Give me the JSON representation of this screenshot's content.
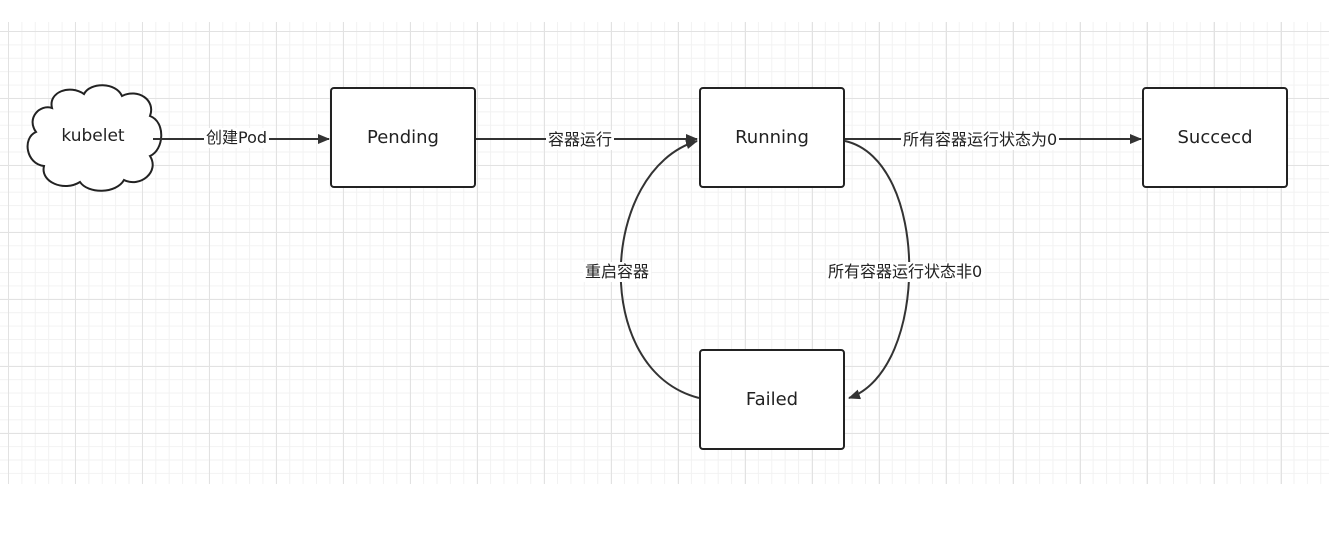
{
  "diagram": {
    "nodes": {
      "kubelet": "kubelet",
      "pending": "Pending",
      "running": "Running",
      "succeed": "Succecd",
      "failed": "Failed"
    },
    "edges": {
      "create_pod": "创建Pod",
      "container_running": "容器运行",
      "all_exit_zero": "所有容器运行状态为0",
      "all_exit_nonzero": "所有容器运行状态非0",
      "restart_container": "重启容器"
    }
  }
}
